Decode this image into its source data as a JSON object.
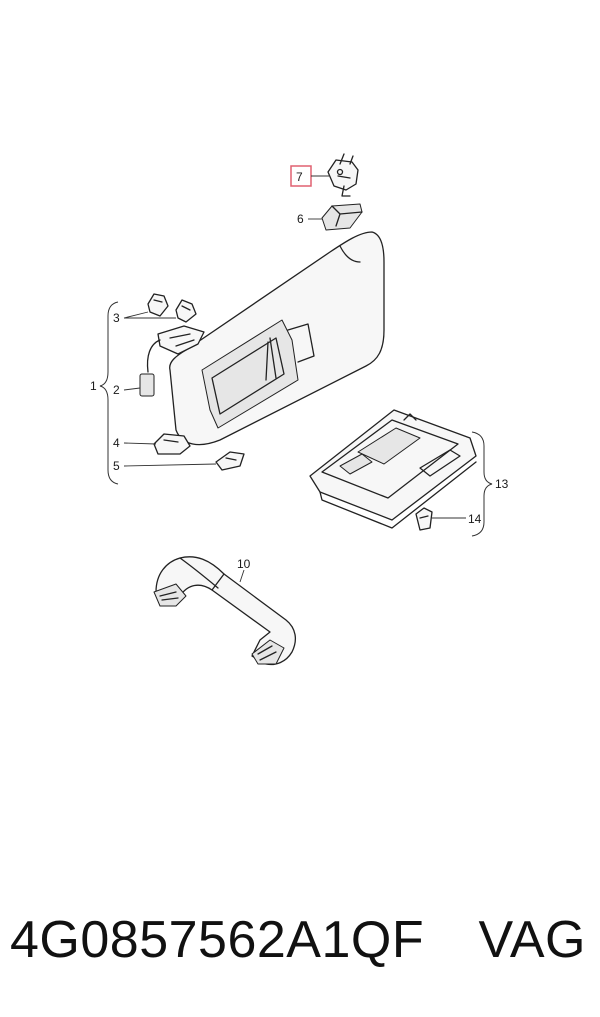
{
  "diagram": {
    "callouts": {
      "c1": "1",
      "c2": "2",
      "c3": "3",
      "c4": "4",
      "c5": "5",
      "c6": "6",
      "c7": "7",
      "c10": "10",
      "c13": "13",
      "c14": "14"
    },
    "highlight_color": "#e06070"
  },
  "footer": {
    "part_number": "4G0857562A1QF",
    "brand": "VAG"
  }
}
